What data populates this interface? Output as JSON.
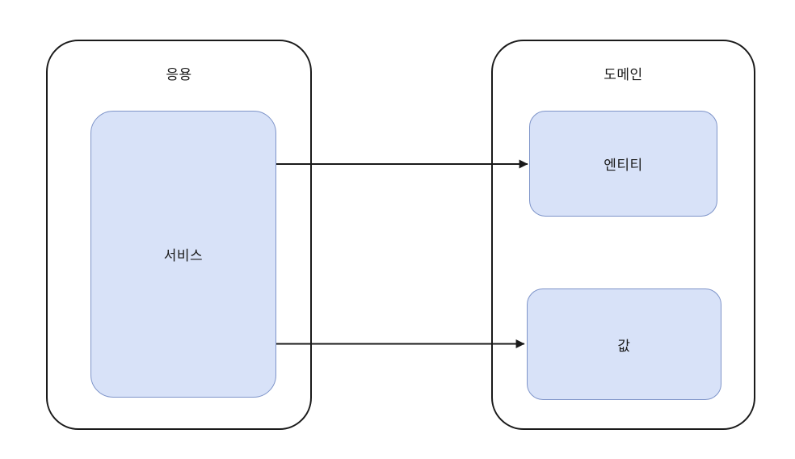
{
  "diagram": {
    "containers": [
      {
        "id": "application",
        "title": "응용",
        "nodes": [
          {
            "id": "service",
            "label": "서비스"
          }
        ]
      },
      {
        "id": "domain",
        "title": "도메인",
        "nodes": [
          {
            "id": "entity",
            "label": "엔티티"
          },
          {
            "id": "value",
            "label": "값"
          }
        ]
      }
    ],
    "edges": [
      {
        "from": "서비스",
        "to": "엔티티",
        "style": "solid-arrow"
      },
      {
        "from": "서비스",
        "to": "값",
        "style": "solid-arrow"
      }
    ],
    "colors": {
      "background": "#ffffff",
      "container_stroke": "#1a1a1a",
      "node_fill": "#d8e2f8",
      "node_stroke": "#7e94c9",
      "arrow": "#1a1a1a",
      "text": "#1a1a1a"
    }
  }
}
